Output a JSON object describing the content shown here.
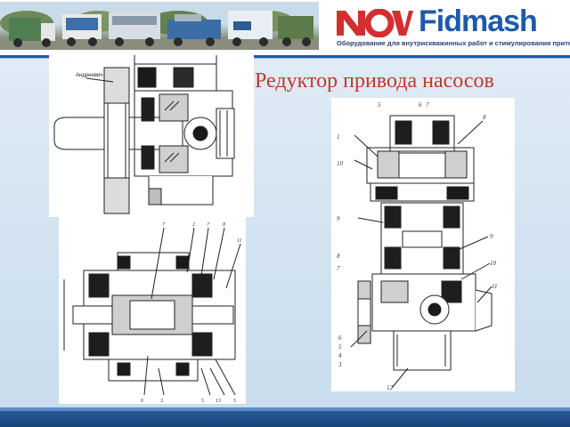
{
  "header": {
    "logo_nov": "NOV",
    "logo_fidmash": "Fidmash",
    "tagline": "Оборудование для внутрискважинных работ и стимулирования притока"
  },
  "slide": {
    "title": "Редуктор привода насосов"
  },
  "drawing_top_left": {
    "callout": "Андреевич"
  },
  "drawing_right": {
    "labels": [
      "5",
      "6",
      "7",
      "8",
      "1",
      "10",
      "9",
      "9",
      "8",
      "7",
      "10",
      "11",
      "6",
      "5",
      "4",
      "3",
      "12"
    ]
  },
  "drawing_bottom_left": {
    "labels": [
      "7",
      "2",
      "7",
      "8",
      "11",
      "6",
      "3",
      "5",
      "13",
      "5"
    ]
  },
  "colors": {
    "title": "#c0392b",
    "brand_blue": "#1d5aa8",
    "nov_red": "#d32f2f"
  }
}
